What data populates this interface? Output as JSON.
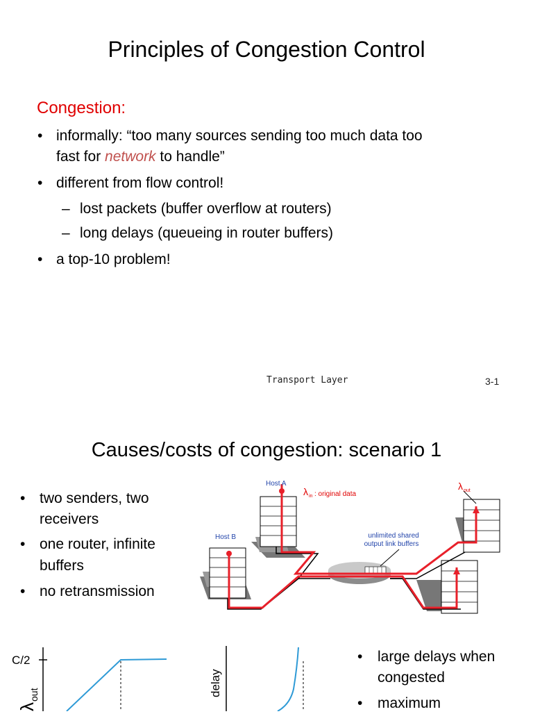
{
  "slide1": {
    "title": "Principles of Congestion Control",
    "heading": "Congestion:",
    "bullets": {
      "b1_line1": "informally: “too many sources sending too much data too",
      "b1_line2_pre": "fast for ",
      "b1_line2_em": "network",
      "b1_line2_post": " to handle”",
      "b2": "different from flow control!",
      "b2_sub1": "lost packets (buffer overflow at routers)",
      "b2_sub2": "long delays (queueing in router buffers)",
      "b3": "a top-10 problem!"
    },
    "footer_left": "Transport Layer",
    "footer_right": "3-1"
  },
  "slide2": {
    "title": "Causes/costs of congestion: scenario 1",
    "bullets": {
      "b1_l1": "two senders, two",
      "b1_l2": "receivers",
      "b2_l1": "one router, infinite",
      "b2_l2": "buffers",
      "b3": "no retransmission"
    },
    "diagram": {
      "host_a": "Host A",
      "host_b": "Host B",
      "lambda_in_label": ": original data",
      "lambda_symbol": "λ",
      "in_sub": "in",
      "out_sub": "out",
      "buffer_label_l1": "unlimited shared",
      "buffer_label_l2": "output link buffers"
    },
    "graphs": {
      "c_over_2": "C/2",
      "ylabel_left_sym": "λ",
      "ylabel_left_sub": "out",
      "ylabel_right": "delay"
    },
    "right_bullets": {
      "b1_l1": "large delays when",
      "b1_l2": "congested",
      "b2_l1": "maximum"
    }
  },
  "colors": {
    "accent_red": "#e00000",
    "emph": "#c0504d",
    "graph_line": "#2e9ad6",
    "path_red": "#e8202a"
  }
}
